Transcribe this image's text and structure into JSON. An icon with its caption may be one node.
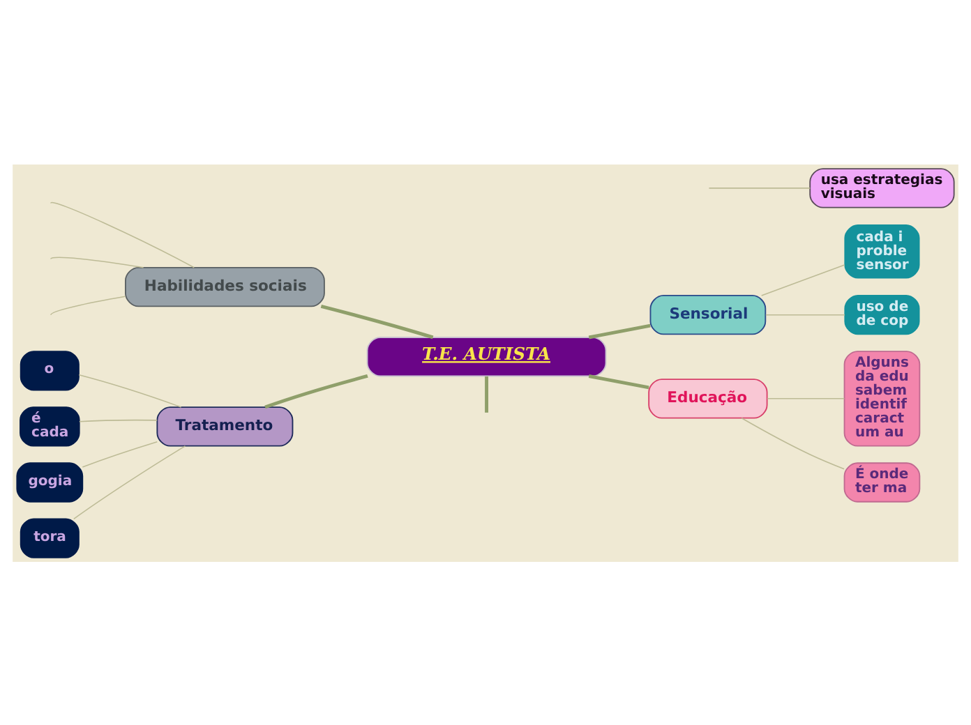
{
  "diagram": {
    "nodes": [
      {
        "text": [
          "T.E. AUTISTA"
        ]
      },
      {
        "text": [
          "Habilidades sociais"
        ]
      },
      {
        "text": [
          "usa estrategias visuais"
        ]
      },
      {
        "text": [
          "Sensorial"
        ]
      },
      {
        "text": [
          "cada i proble sensor"
        ]
      },
      {
        "text": [
          "uso de de cop"
        ]
      },
      {
        "text": [
          "Tratamento"
        ]
      },
      {
        "text": [
          "o"
        ]
      },
      {
        "text": [
          "é cada"
        ]
      },
      {
        "text": [
          "gogia"
        ]
      },
      {
        "text": [
          "tora"
        ]
      },
      {
        "text": [
          "Educação"
        ]
      },
      {
        "text": [
          "Alguns da edu sabem identif caract um au"
        ]
      },
      {
        "text": [
          "É onde ter ma"
        ]
      }
    ],
    "edges": [
      {
        "from": 0,
        "to": null,
        "arrow": "none",
        "style": "thick",
        "color": "#8f9f6a"
      },
      {
        "from": 0,
        "to": 1,
        "arrow": "none",
        "style": "thick",
        "color": "#8f9f6a"
      },
      {
        "from": 0,
        "to": 3,
        "arrow": "none",
        "style": "thick",
        "color": "#8f9f6a"
      },
      {
        "from": 0,
        "to": 6,
        "arrow": "none",
        "style": "thick",
        "color": "#8f9f6a"
      },
      {
        "from": 0,
        "to": 11,
        "arrow": "none",
        "style": "thick",
        "color": "#8f9f6a"
      },
      {
        "from": null,
        "to": 2,
        "arrow": "none"
      },
      {
        "from": 1,
        "to": null,
        "arrow": "none"
      },
      {
        "from": 1,
        "to": null,
        "arrow": "none"
      },
      {
        "from": 1,
        "to": null,
        "arrow": "none"
      },
      {
        "from": 3,
        "to": 4,
        "arrow": "none"
      },
      {
        "from": 3,
        "to": 5,
        "arrow": "none"
      },
      {
        "from": 6,
        "to": 7,
        "arrow": "none"
      },
      {
        "from": 6,
        "to": 8,
        "arrow": "none"
      },
      {
        "from": 6,
        "to": 9,
        "arrow": "none"
      },
      {
        "from": 6,
        "to": 10,
        "arrow": "none"
      },
      {
        "from": 11,
        "to": 12,
        "arrow": "none"
      },
      {
        "from": 11,
        "to": 13,
        "arrow": "none"
      }
    ]
  }
}
